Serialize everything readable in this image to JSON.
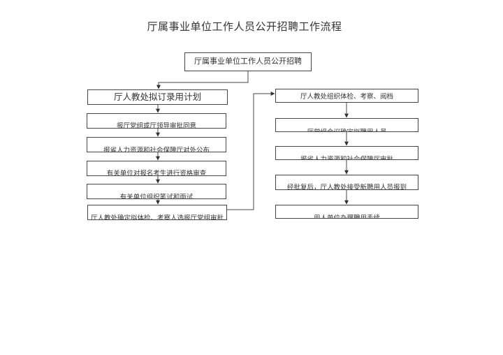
{
  "title": "厅属事业单位工作人员公开招聘工作流程",
  "flow": {
    "start": "厅属事业单位工作人员公开招聘",
    "left_steps": [
      "厅人教处拟订录用计划",
      "报厅党组或厅领导审批同意",
      "报省人力资源和社会保障厅对外公布",
      "有关单位对报名考生进行资格审查",
      "有关单位组织笔试和面试",
      "厅人教处确定拟体检、考察人选报厅党组审批"
    ],
    "right_steps": [
      "厅人教处组织体检、考察、阅档",
      "厅党组会议确定拟聘用人员",
      "报省人力资源和社会保障厅审批",
      "经批复后，厅人教处接受新聘用人员报到",
      "用人单位办理聘用手续"
    ]
  },
  "colors": {
    "line": "#444444",
    "text": "#333333",
    "background": "#ffffff"
  }
}
